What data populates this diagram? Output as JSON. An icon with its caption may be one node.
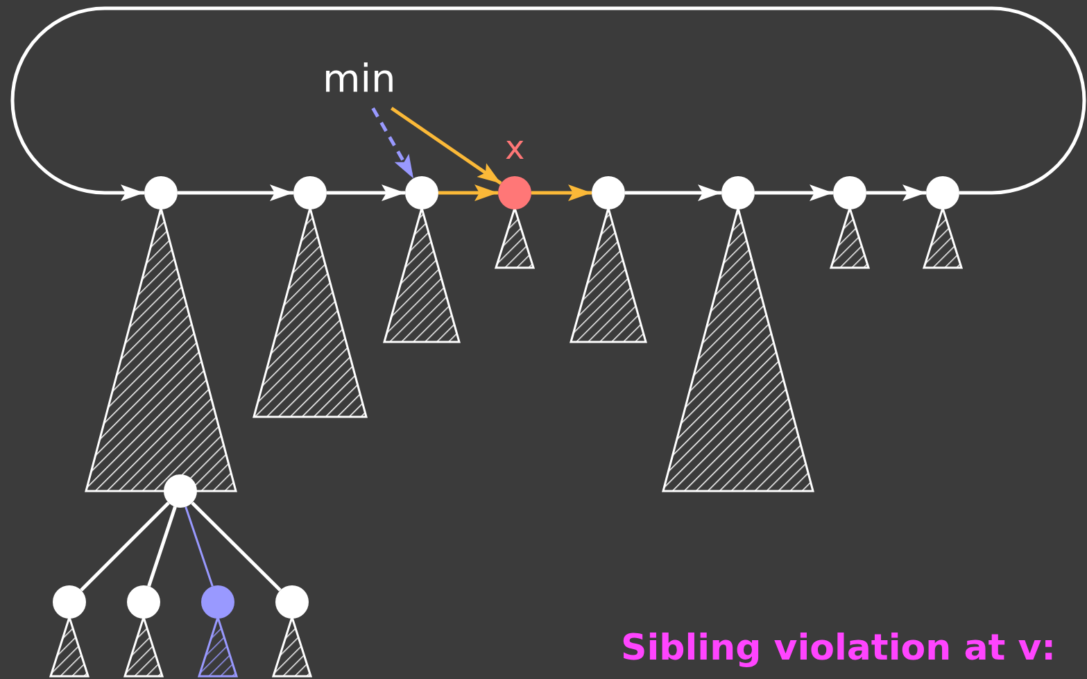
{
  "diagram": {
    "nodes": [
      {
        "text": [
          "min"
        ]
      },
      {
        "text": [],
        "shape": "circle"
      },
      {
        "text": [],
        "shape": "circle"
      },
      {
        "text": [],
        "shape": "circle"
      },
      {
        "text": [],
        "shape": "circle",
        "beside": [
          "x"
        ]
      },
      {
        "text": [],
        "shape": "circle"
      },
      {
        "text": [],
        "shape": "circle"
      },
      {
        "text": [],
        "shape": "circle"
      },
      {
        "text": [],
        "shape": "circle"
      },
      {
        "text": [],
        "shape": "triangle"
      },
      {
        "text": [],
        "shape": "triangle"
      },
      {
        "text": [],
        "shape": "triangle"
      },
      {
        "text": [],
        "shape": "triangle"
      },
      {
        "text": [],
        "shape": "triangle"
      },
      {
        "text": [],
        "shape": "triangle"
      },
      {
        "text": [],
        "shape": "triangle"
      },
      {
        "text": [],
        "shape": "triangle"
      },
      {
        "text": [],
        "shape": "circle"
      },
      {
        "text": [],
        "shape": "circle"
      },
      {
        "text": [],
        "shape": "circle"
      },
      {
        "text": [],
        "shape": "circle"
      },
      {
        "text": [],
        "shape": "circle"
      },
      {
        "text": [],
        "shape": "triangle"
      },
      {
        "text": [],
        "shape": "triangle"
      },
      {
        "text": [],
        "shape": "triangle"
      },
      {
        "text": [],
        "shape": "triangle"
      }
    ],
    "edges": [
      {
        "from": 1,
        "to": 2,
        "arrow": "to"
      },
      {
        "from": 2,
        "to": 3,
        "arrow": "to"
      },
      {
        "from": 3,
        "to": 4,
        "arrow": "to",
        "color": "#fbb938"
      },
      {
        "from": 4,
        "to": 5,
        "arrow": "to",
        "color": "#fbb938"
      },
      {
        "from": 5,
        "to": 6,
        "arrow": "to"
      },
      {
        "from": 6,
        "to": 7,
        "arrow": "to"
      },
      {
        "from": 7,
        "to": 8,
        "arrow": "to"
      },
      {
        "from": 8,
        "to": 1,
        "arrow": "to"
      },
      {
        "from": 0,
        "to": 3,
        "arrow": "to",
        "style": "dashed",
        "color": "#9999ff"
      },
      {
        "from": 0,
        "to": 4,
        "arrow": "to",
        "color": "#fbb938"
      },
      {
        "from": 17,
        "to": 18,
        "arrow": "none"
      },
      {
        "from": 17,
        "to": 19,
        "arrow": "none"
      },
      {
        "from": 17,
        "to": 20,
        "arrow": "none",
        "color": "#9999ff"
      },
      {
        "from": 17,
        "to": 21,
        "arrow": "none"
      }
    ],
    "labels": [
      "Sibling violation at v:"
    ]
  }
}
